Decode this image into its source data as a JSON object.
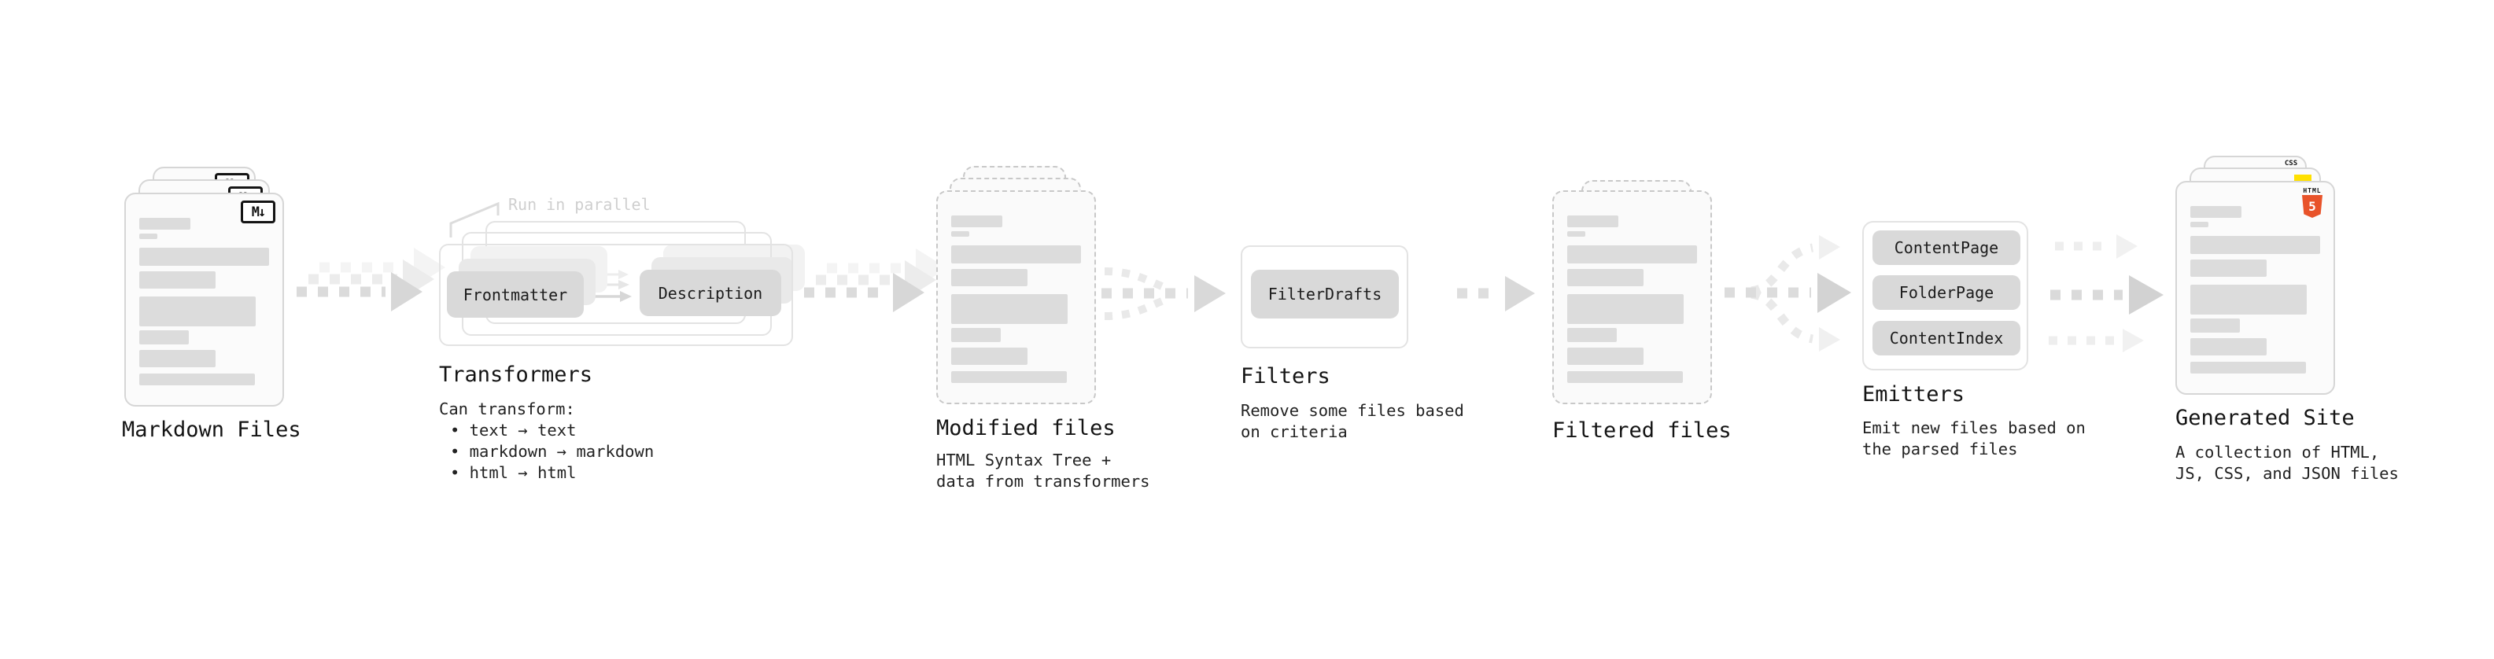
{
  "stages": {
    "markdown_files": {
      "label": "Markdown Files",
      "badge": "M↓"
    },
    "transformers": {
      "annotation": "Run in parallel",
      "pill_left": "Frontmatter",
      "pill_right": "Description",
      "label": "Transformers",
      "sub_title": "Can transform:",
      "bullets": [
        "• text → text",
        "• markdown → markdown",
        "• html → html"
      ]
    },
    "modified_files": {
      "label": "Modified files",
      "description": [
        "HTML Syntax Tree +",
        "data from transformers"
      ]
    },
    "filters": {
      "pill": "FilterDrafts",
      "label": "Filters",
      "description": [
        "Remove some files based",
        "on criteria"
      ]
    },
    "filtered_files": {
      "label": "Filtered files"
    },
    "emitters": {
      "pills": [
        "ContentPage",
        "FolderPage",
        "ContentIndex"
      ],
      "label": "Emitters",
      "description": [
        "Emit new files based on",
        "the parsed files"
      ]
    },
    "generated_site": {
      "label": "Generated Site",
      "description": [
        "A collection of HTML,",
        "JS, CSS, and JSON files"
      ],
      "css_badge": "CSS",
      "html_badge_title": "HTML",
      "html_badge_number": "5"
    }
  },
  "colors": {
    "pill_gray": "#d9d9d9",
    "skeleton_gray": "#dcdcdc",
    "arrow_gray": "#d7d7d7",
    "arrow_faded": "#ececec",
    "annotation_gray": "#cfcfcf",
    "css_blue": "#2962ff",
    "js_yellow": "#ffe000",
    "html5_orange": "#e8532a"
  }
}
